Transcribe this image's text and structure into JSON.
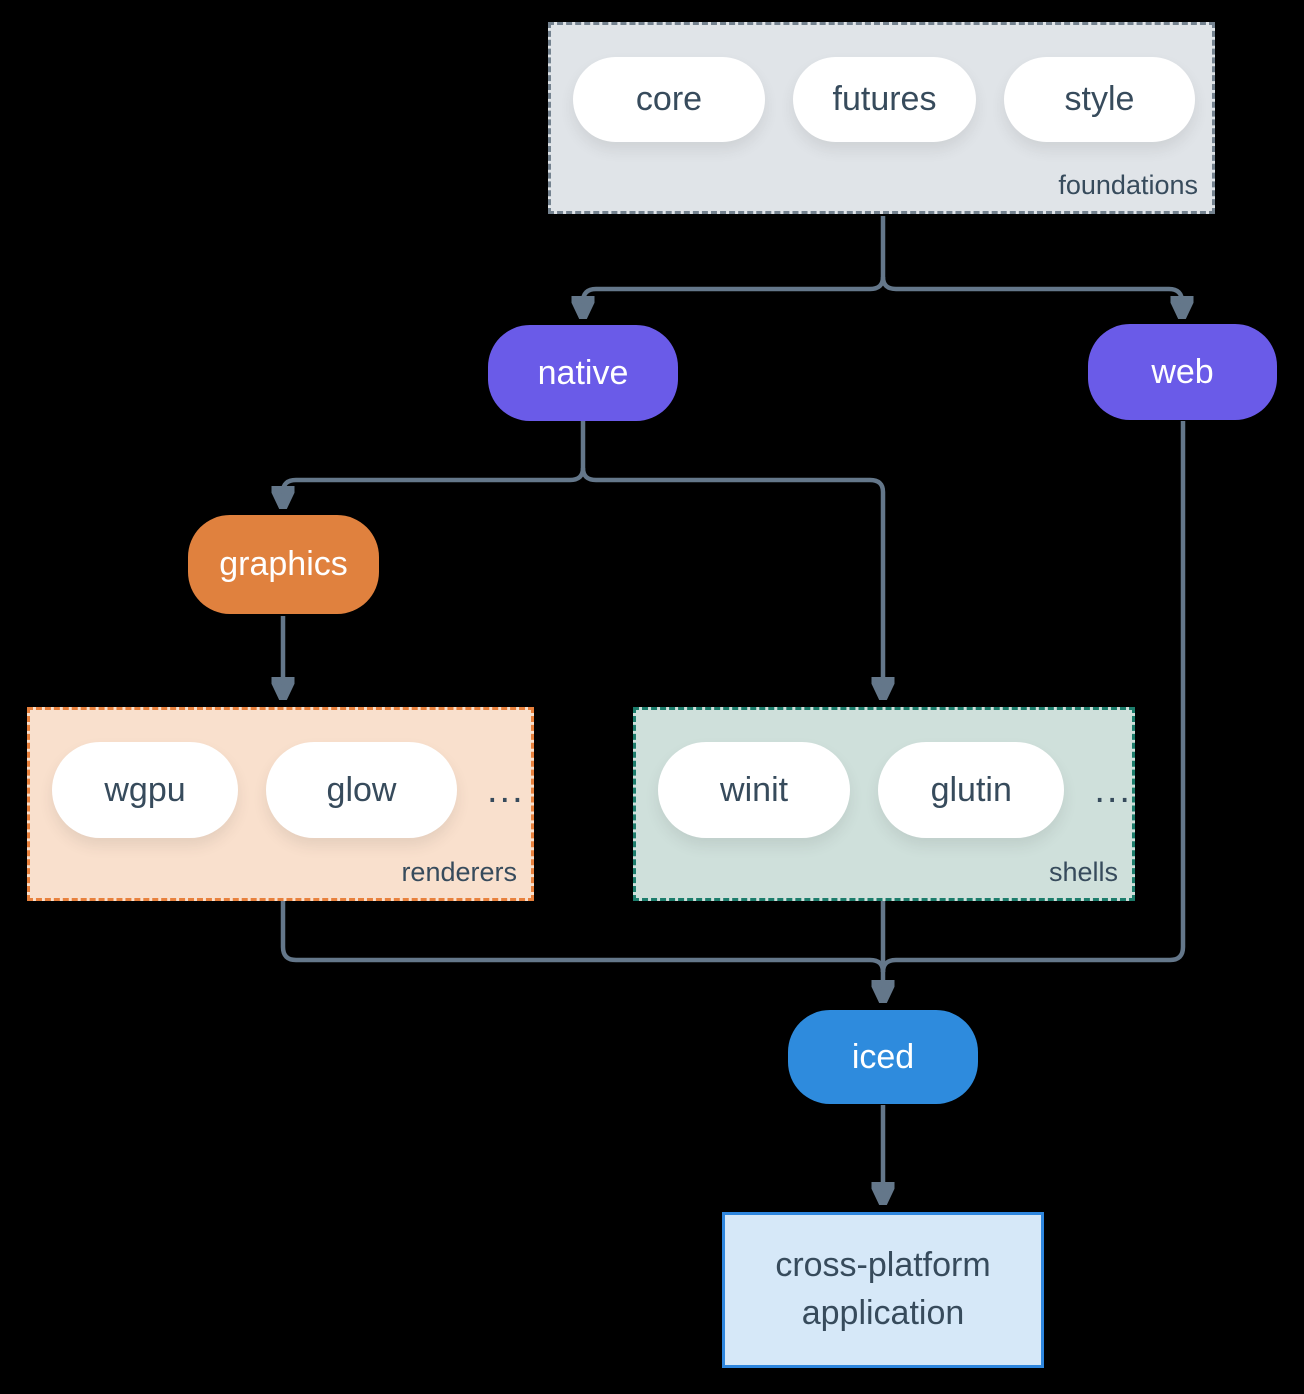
{
  "diagram": {
    "foundations": {
      "label": "foundations",
      "pills": [
        "core",
        "futures",
        "style"
      ]
    },
    "native": {
      "label": "native"
    },
    "web": {
      "label": "web"
    },
    "graphics": {
      "label": "graphics"
    },
    "renderers": {
      "label": "renderers",
      "pills": [
        "wgpu",
        "glow"
      ],
      "more": "..."
    },
    "shells": {
      "label": "shells",
      "pills": [
        "winit",
        "glutin"
      ],
      "more": "..."
    },
    "iced": {
      "label": "iced"
    },
    "application": {
      "label": "cross-platform application"
    }
  },
  "colors": {
    "background": "#000000",
    "arrow": "#64778a",
    "text_dark": "#374b5c",
    "purple": "#6a5be8",
    "orange": "#e0813e",
    "blue": "#2e8bdd",
    "app_border": "#2e86de",
    "app_fill": "#d6e8f8",
    "foundations_fill": "#e0e4e8",
    "foundations_border": "#74828f",
    "renderers_fill": "#f9e0cd",
    "renderers_border": "#e8813d",
    "shells_fill": "#cfe0db",
    "shells_border": "#1d7d6c"
  }
}
